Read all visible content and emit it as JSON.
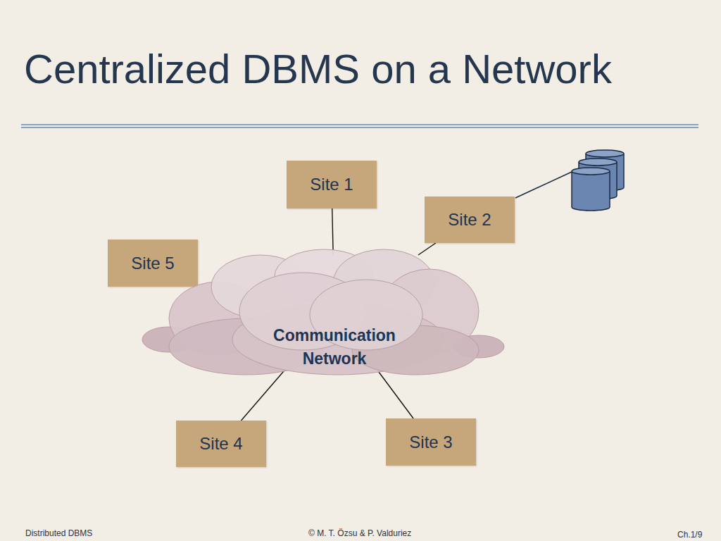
{
  "diagram": {
    "title": "Centralized DBMS on a Network",
    "nodes": [
      {
        "text": [
          "Site 1"
        ]
      },
      {
        "text": [
          "Site 2"
        ]
      },
      {
        "text": [
          "Site 5"
        ]
      },
      {
        "text": [
          "Communication Network"
        ]
      },
      {
        "text": [
          "Site 4"
        ]
      },
      {
        "text": [
          "Site 3"
        ]
      }
    ],
    "edges": [
      {
        "from": 0,
        "to": 3,
        "arrow": "none"
      },
      {
        "from": 1,
        "to": 3,
        "arrow": "none"
      },
      {
        "from": 2,
        "to": 3,
        "arrow": "none"
      },
      {
        "from": 4,
        "to": 3,
        "arrow": "none"
      },
      {
        "from": 5,
        "to": 3,
        "arrow": "none"
      }
    ],
    "labels": [
      "Distributed DBMS",
      "© M. T. Özsu & P. Valduriez",
      "Ch.1/9"
    ]
  }
}
